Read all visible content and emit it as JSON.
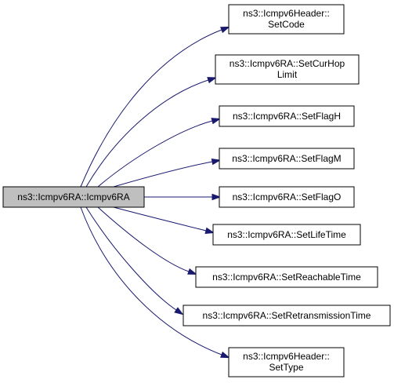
{
  "colors": {
    "edge": "#191970",
    "root_fill": "#bfbfbf",
    "node_fill": "#ffffff",
    "border": "#000000"
  },
  "root": {
    "label": "ns3::Icmpv6RA::Icmpv6RA"
  },
  "callees": [
    {
      "lines": [
        "ns3::Icmpv6Header::",
        "SetCode"
      ]
    },
    {
      "lines": [
        "ns3::Icmpv6RA::SetCurHop",
        "Limit"
      ]
    },
    {
      "lines": [
        "ns3::Icmpv6RA::SetFlagH"
      ]
    },
    {
      "lines": [
        "ns3::Icmpv6RA::SetFlagM"
      ]
    },
    {
      "lines": [
        "ns3::Icmpv6RA::SetFlagO"
      ]
    },
    {
      "lines": [
        "ns3::Icmpv6RA::SetLifeTime"
      ]
    },
    {
      "lines": [
        "ns3::Icmpv6RA::SetReachableTime"
      ]
    },
    {
      "lines": [
        "ns3::Icmpv6RA::SetRetransmissionTime"
      ]
    },
    {
      "lines": [
        "ns3::Icmpv6Header::",
        "SetType"
      ]
    }
  ]
}
